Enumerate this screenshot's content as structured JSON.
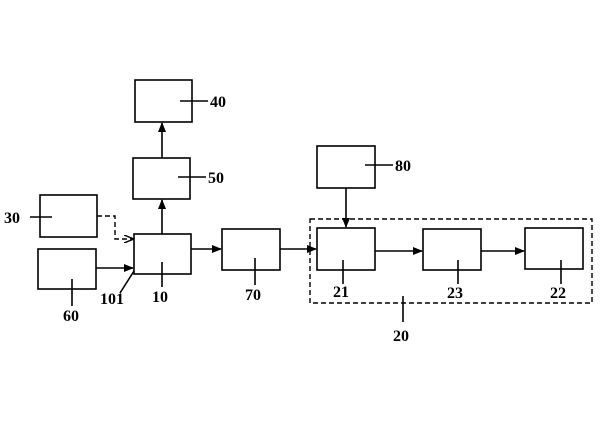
{
  "labels": {
    "b40": "40",
    "b50": "50",
    "b80": "80",
    "b30": "30",
    "b60": "60",
    "l101": "101",
    "b10": "10",
    "b70": "70",
    "b21": "21",
    "b23": "23",
    "b22": "22",
    "g20": "20"
  }
}
